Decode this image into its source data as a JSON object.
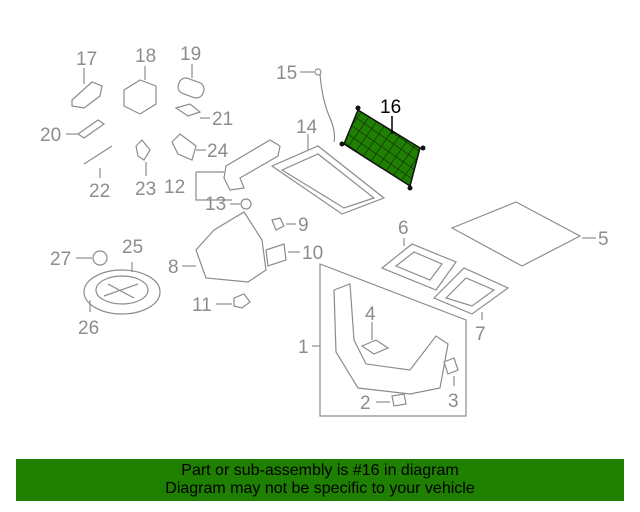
{
  "diagram": {
    "highlight_color": "#1e7f00",
    "callouts": [
      {
        "id": "1",
        "label": "1"
      },
      {
        "id": "2",
        "label": "2"
      },
      {
        "id": "3",
        "label": "3"
      },
      {
        "id": "4",
        "label": "4"
      },
      {
        "id": "5",
        "label": "5"
      },
      {
        "id": "6",
        "label": "6"
      },
      {
        "id": "7",
        "label": "7"
      },
      {
        "id": "8",
        "label": "8"
      },
      {
        "id": "9",
        "label": "9"
      },
      {
        "id": "10",
        "label": "10"
      },
      {
        "id": "11",
        "label": "11"
      },
      {
        "id": "12",
        "label": "12"
      },
      {
        "id": "13",
        "label": "13"
      },
      {
        "id": "14",
        "label": "14"
      },
      {
        "id": "15",
        "label": "15"
      },
      {
        "id": "16",
        "label": "16",
        "highlighted": true
      },
      {
        "id": "17",
        "label": "17"
      },
      {
        "id": "18",
        "label": "18"
      },
      {
        "id": "19",
        "label": "19"
      },
      {
        "id": "20",
        "label": "20"
      },
      {
        "id": "21",
        "label": "21"
      },
      {
        "id": "22",
        "label": "22"
      },
      {
        "id": "23",
        "label": "23"
      },
      {
        "id": "24",
        "label": "24"
      },
      {
        "id": "25",
        "label": "25"
      },
      {
        "id": "26",
        "label": "26"
      },
      {
        "id": "27",
        "label": "27"
      }
    ]
  },
  "footer": {
    "line1": "Part or sub-assembly is #16 in diagram",
    "line2": "Diagram may not be specific to your vehicle",
    "background": "#1e7f00"
  }
}
